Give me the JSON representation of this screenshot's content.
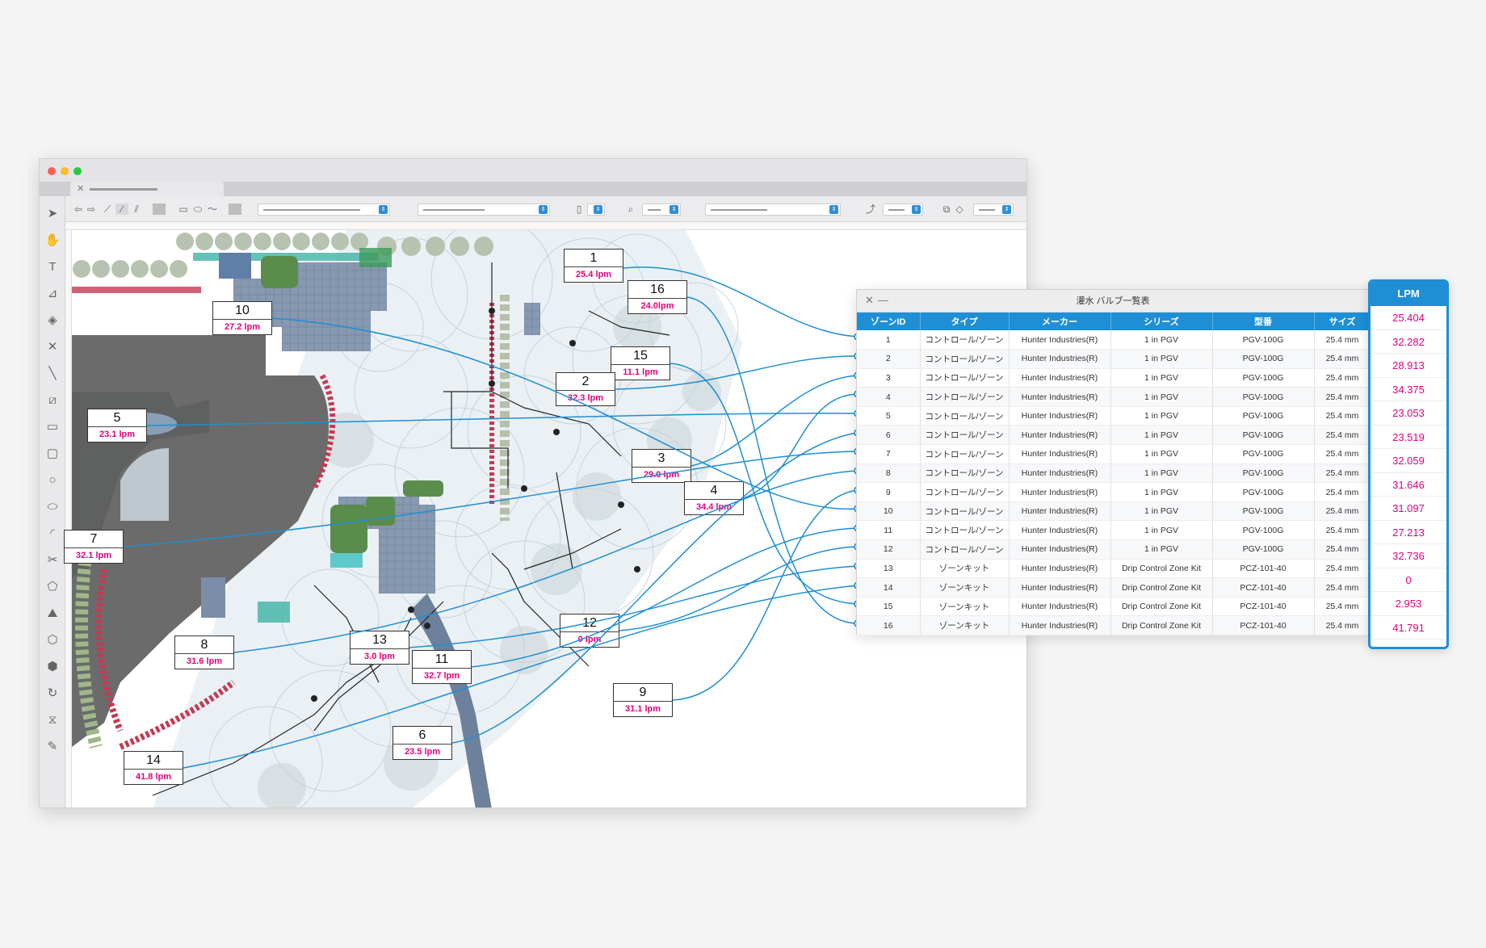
{
  "editor": {
    "traffic_lights": {
      "close": "#fe5f57",
      "minimize": "#febc2e",
      "zoom": "#28c840"
    },
    "tab_close_glyph": "✕",
    "toolbar_icons": [
      "arrow-left-icon",
      "arrow-right-icon",
      "pen-tool-icon",
      "line-tool-icon",
      "double-line-icon",
      "fill-swatch-icon",
      "rectangle-icon",
      "ellipse-icon",
      "freehand-icon",
      "layers-icon",
      "page-icon",
      "zoom-icon",
      "route-icon",
      "snap-icon",
      "view-icon"
    ],
    "sidebar_tools": [
      "select-arrow-icon",
      "hand-pan-icon",
      "text-tool-icon",
      "ruler-icon",
      "layers-icon",
      "delete-x-icon",
      "line-icon",
      "dimension-icon",
      "rectangle-icon",
      "rounded-rect-icon",
      "circle-icon",
      "ellipse-icon",
      "arc-icon",
      "scissors-icon",
      "polygon-icon",
      "mountain-icon",
      "irregular-icon",
      "hexagon-icon",
      "rotate-icon",
      "mirror-icon",
      "pencil-icon"
    ]
  },
  "zones": [
    {
      "num": "1",
      "flow": "25.4 lpm"
    },
    {
      "num": "2",
      "flow": "32.3 lpm"
    },
    {
      "num": "3",
      "flow": "29.0 lpm"
    },
    {
      "num": "4",
      "flow": "34.4 lpm"
    },
    {
      "num": "5",
      "flow": "23.1 lpm"
    },
    {
      "num": "6",
      "flow": "23.5 lpm"
    },
    {
      "num": "7",
      "flow": "32.1 lpm"
    },
    {
      "num": "8",
      "flow": "31.6 lpm"
    },
    {
      "num": "9",
      "flow": "31.1 lpm"
    },
    {
      "num": "10",
      "flow": "27.2 lpm"
    },
    {
      "num": "11",
      "flow": "32.7 lpm"
    },
    {
      "num": "12",
      "flow": "0 lpm"
    },
    {
      "num": "13",
      "flow": "3.0 lpm"
    },
    {
      "num": "14",
      "flow": "41.8 lpm"
    },
    {
      "num": "15",
      "flow": "11.1 lpm"
    },
    {
      "num": "16",
      "flow": "24.0lpm"
    }
  ],
  "valve_table": {
    "title": "灌水 バルブ一覧表",
    "close_glyph": "✕",
    "minimize_glyph": "—",
    "columns": [
      "ゾーンID",
      "タイプ",
      "メーカー",
      "シリーズ",
      "型番",
      "サイズ"
    ],
    "rows": [
      [
        "1",
        "コントロール/ゾーン",
        "Hunter Industries(R)",
        "1 in PGV",
        "PGV-100G",
        "25.4 mm"
      ],
      [
        "2",
        "コントロール/ゾーン",
        "Hunter Industries(R)",
        "1 in PGV",
        "PGV-100G",
        "25.4 mm"
      ],
      [
        "3",
        "コントロール/ゾーン",
        "Hunter Industries(R)",
        "1 in PGV",
        "PGV-100G",
        "25.4 mm"
      ],
      [
        "4",
        "コントロール/ゾーン",
        "Hunter Industries(R)",
        "1 in PGV",
        "PGV-100G",
        "25.4 mm"
      ],
      [
        "5",
        "コントロール/ゾーン",
        "Hunter Industries(R)",
        "1 in PGV",
        "PGV-100G",
        "25.4 mm"
      ],
      [
        "6",
        "コントロール/ゾーン",
        "Hunter Industries(R)",
        "1 in PGV",
        "PGV-100G",
        "25.4 mm"
      ],
      [
        "7",
        "コントロール/ゾーン",
        "Hunter Industries(R)",
        "1 in PGV",
        "PGV-100G",
        "25.4 mm"
      ],
      [
        "8",
        "コントロール/ゾーン",
        "Hunter Industries(R)",
        "1 in PGV",
        "PGV-100G",
        "25.4 mm"
      ],
      [
        "9",
        "コントロール/ゾーン",
        "Hunter Industries(R)",
        "1 in PGV",
        "PGV-100G",
        "25.4 mm"
      ],
      [
        "10",
        "コントロール/ゾーン",
        "Hunter Industries(R)",
        "1 in PGV",
        "PGV-100G",
        "25.4 mm"
      ],
      [
        "11",
        "コントロール/ゾーン",
        "Hunter Industries(R)",
        "1 in PGV",
        "PGV-100G",
        "25.4 mm"
      ],
      [
        "12",
        "コントロール/ゾーン",
        "Hunter Industries(R)",
        "1 in PGV",
        "PGV-100G",
        "25.4 mm"
      ],
      [
        "13",
        "ゾーンキット",
        "Hunter Industries(R)",
        "Drip Control Zone Kit",
        "PCZ-101-40",
        "25.4 mm"
      ],
      [
        "14",
        "ゾーンキット",
        "Hunter Industries(R)",
        "Drip Control Zone Kit",
        "PCZ-101-40",
        "25.4 mm"
      ],
      [
        "15",
        "ゾーンキット",
        "Hunter Industries(R)",
        "Drip Control Zone Kit",
        "PCZ-101-40",
        "25.4 mm"
      ],
      [
        "16",
        "ゾーンキット",
        "Hunter Industries(R)",
        "Drip Control Zone Kit",
        "PCZ-101-40",
        "25.4 mm"
      ]
    ]
  },
  "lpm_panel": {
    "title": "LPM",
    "values": [
      "25.404",
      "32.282",
      "28.913",
      "34.375",
      "23.053",
      "23.519",
      "32.059",
      "31.646",
      "31.097",
      "27.213",
      "32.736",
      "0",
      "2.953",
      "41.791"
    ]
  },
  "colors": {
    "accent": "#1e8fd5",
    "flow_text": "#e6007e",
    "connector": "#1e8fd5",
    "building": "#6b6b6b",
    "paving": "#7f93ad"
  }
}
